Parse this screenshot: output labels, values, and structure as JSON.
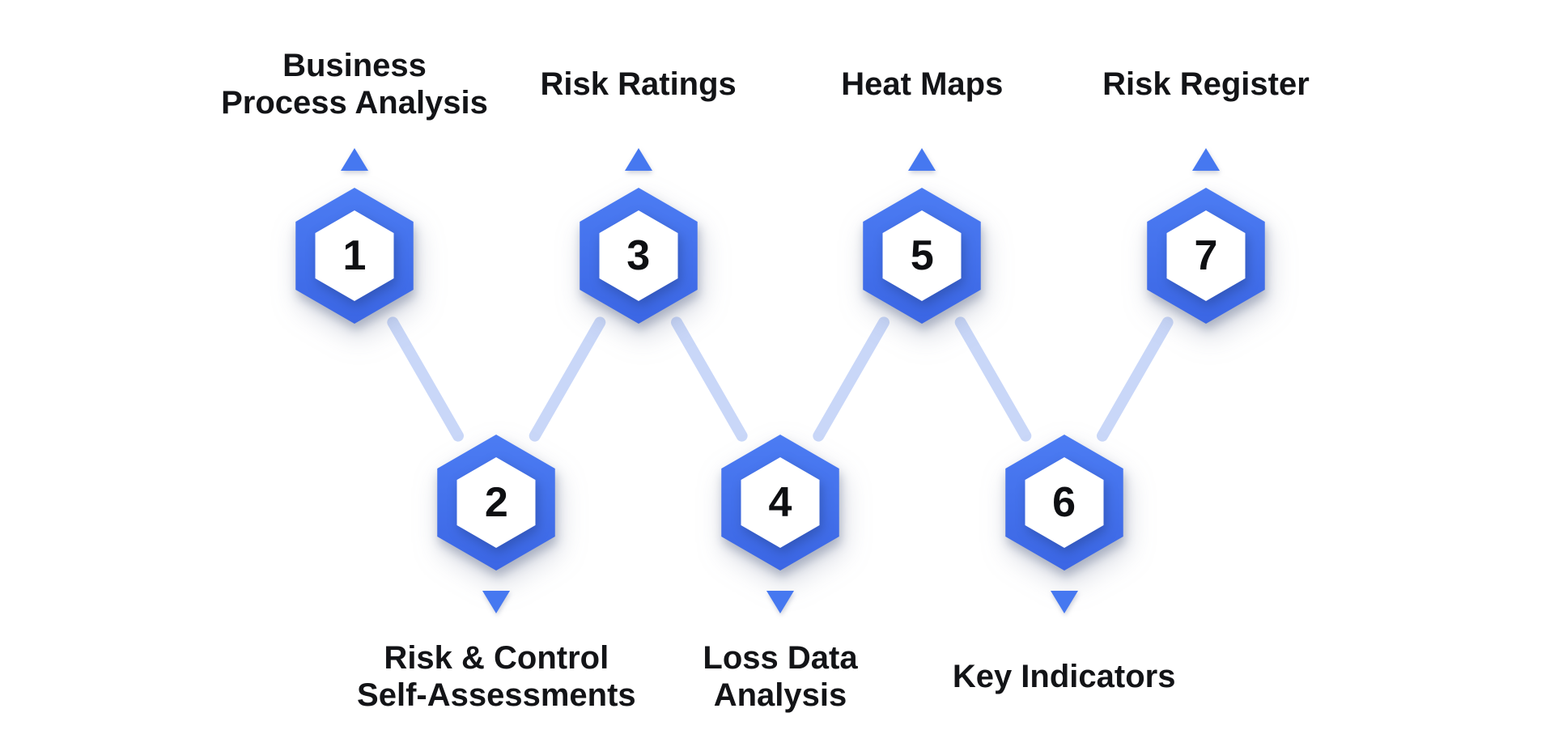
{
  "diagram": {
    "type": "zigzag-process-hexagons",
    "steps": [
      {
        "number": "1",
        "row": "top",
        "label_lines": [
          "Business",
          "Process Analysis"
        ]
      },
      {
        "number": "2",
        "row": "bottom",
        "label_lines": [
          "Risk & Control",
          "Self-Assessments"
        ]
      },
      {
        "number": "3",
        "row": "top",
        "label_lines": [
          "Risk Ratings"
        ]
      },
      {
        "number": "4",
        "row": "bottom",
        "label_lines": [
          "Loss Data",
          "Analysis"
        ]
      },
      {
        "number": "5",
        "row": "top",
        "label_lines": [
          "Heat Maps"
        ]
      },
      {
        "number": "6",
        "row": "bottom",
        "label_lines": [
          "Key Indicators"
        ]
      },
      {
        "number": "7",
        "row": "top",
        "label_lines": [
          "Risk Register"
        ]
      }
    ],
    "connections": [
      [
        1,
        2
      ],
      [
        2,
        3
      ],
      [
        3,
        4
      ],
      [
        4,
        5
      ],
      [
        5,
        6
      ],
      [
        6,
        7
      ]
    ],
    "colors": {
      "background": "#ffffff",
      "hexagon_gradient_top": "#4c7cf3",
      "hexagon_gradient_bottom": "#3b66e4",
      "hexagon_inner": "#ffffff",
      "arrow_blue": "#4678f0",
      "connector_light_blue": "#c9d7f8",
      "label_text": "#131417",
      "number_text": "#0e0f12"
    }
  }
}
